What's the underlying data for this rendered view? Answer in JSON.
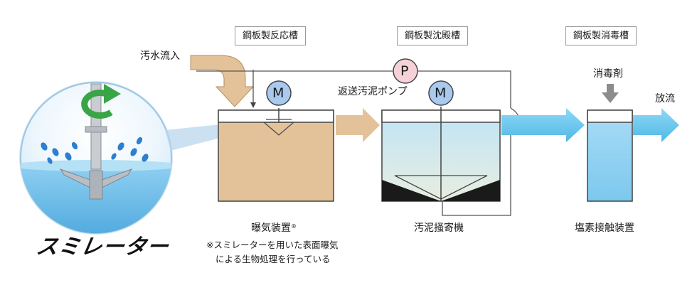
{
  "tanks": {
    "reactor": "鋼板製反応槽",
    "settling": "鋼板製沈殿槽",
    "disinfection": "鋼板製消毒槽"
  },
  "labels": {
    "inflow": "汚水流入",
    "return_pump": "返送汚泥ポンプ",
    "disinfectant": "消毒剤",
    "discharge": "放流",
    "aerator": "曝気装置",
    "aerator_mark": "®",
    "scraper": "汚泥掻寄機",
    "chlorine_contact": "塩素接触装置"
  },
  "symbols": {
    "motor": "M",
    "pump": "P"
  },
  "note": {
    "line1": "※スミレーターを用いた表面曝気",
    "line2": "による生物処理を行っている"
  },
  "logo": "スミレーター",
  "colors": {
    "reactor_fill": "#e3c29a",
    "arrow_tan": "#e3c29a",
    "water_blue": "#6ec8ee",
    "motor_blue": "#a9c9ee",
    "pump_pink": "#f7d1d8",
    "rotation_green": "#3aa546"
  }
}
